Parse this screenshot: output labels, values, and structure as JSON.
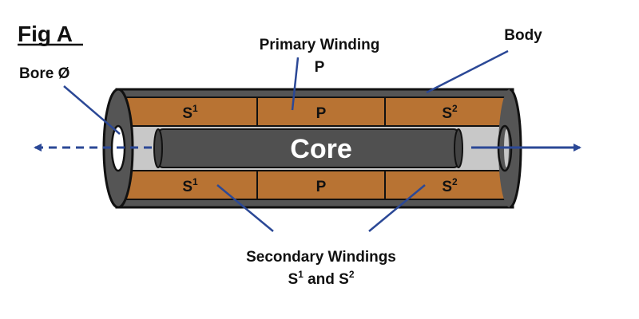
{
  "figure": {
    "title": "Fig A",
    "labels": {
      "bore": "Bore Ø",
      "primary_line1": "Primary Winding",
      "primary_line2": "P",
      "body": "Body",
      "core": "Core",
      "secondary_line1": "Secondary Windings",
      "secondary_line2_pre": "S",
      "secondary_line2_sup1": "1",
      "secondary_line2_mid": " and S",
      "secondary_line2_sup2": "2"
    },
    "sections": {
      "top": {
        "s1": "S",
        "s1_sup": "1",
        "p": "P",
        "s2": "S",
        "s2_sup": "2"
      },
      "bottom": {
        "s1": "S",
        "s1_sup": "1",
        "p": "P",
        "s2": "S",
        "s2_sup": "2"
      }
    },
    "colors": {
      "winding": "#b87333",
      "body": "#555555",
      "core": "#505050",
      "bore": "#c8c8c8",
      "pointer": "#2b4896"
    }
  }
}
